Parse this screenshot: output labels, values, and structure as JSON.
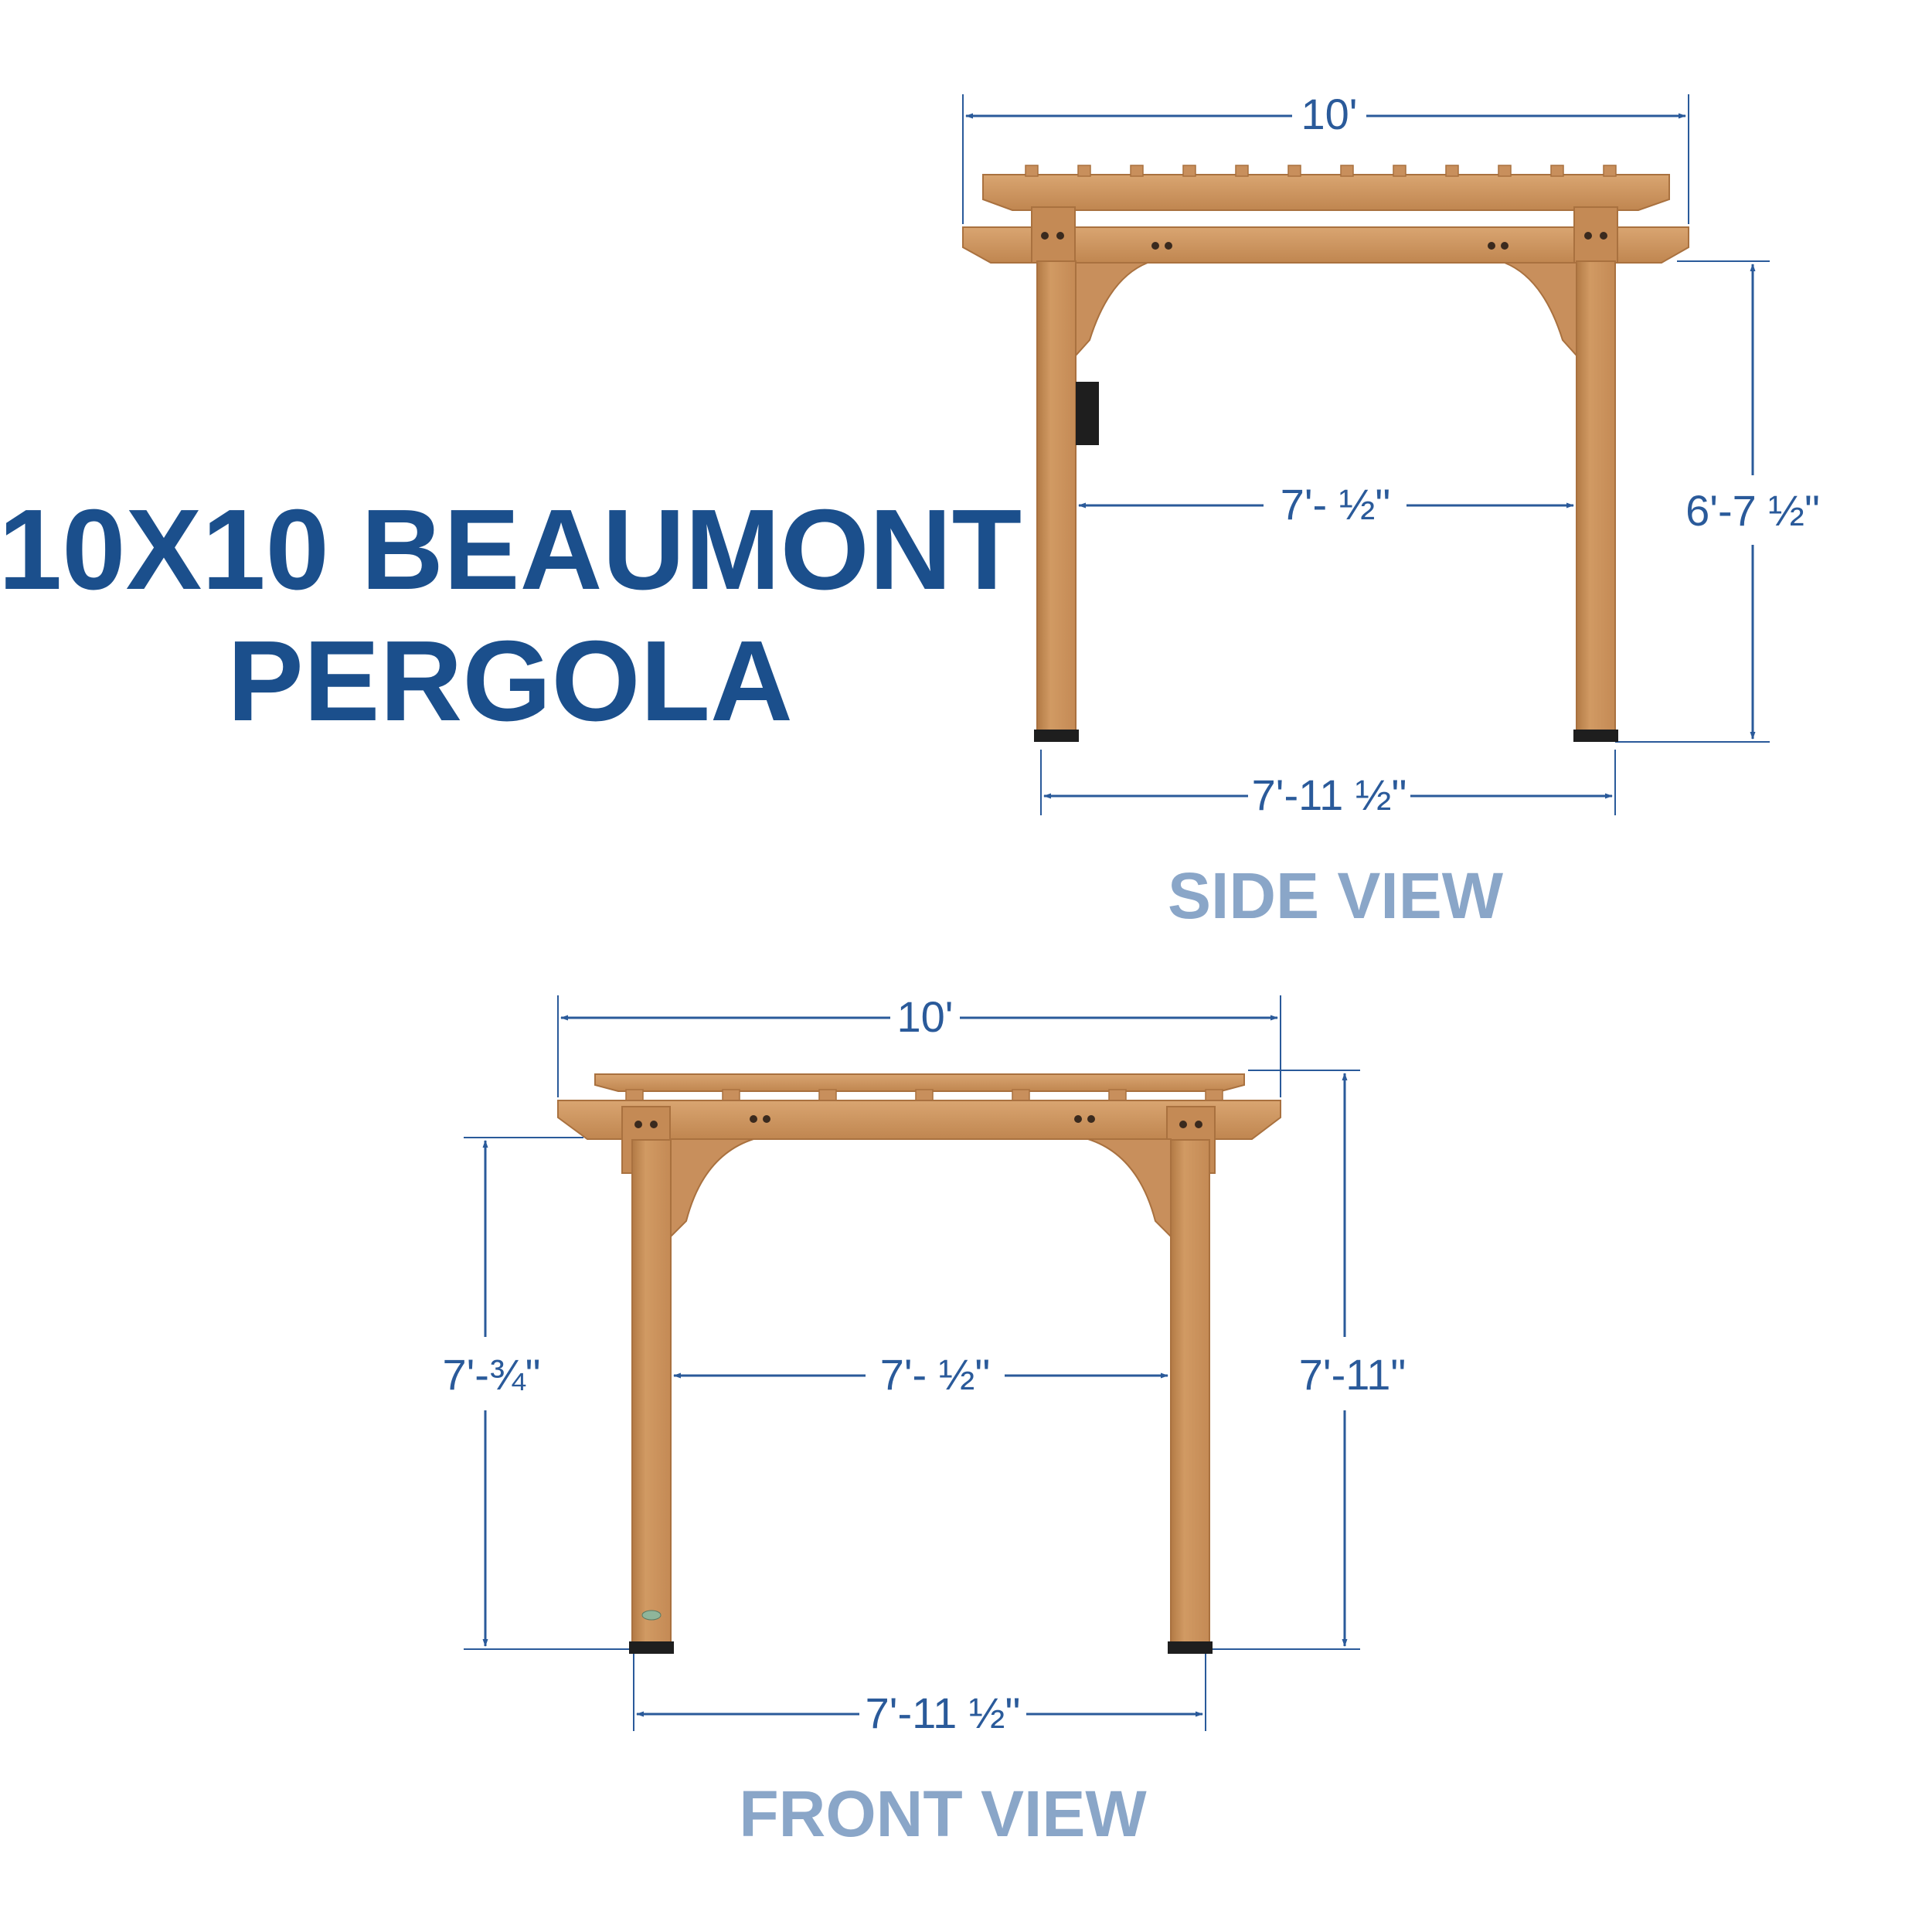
{
  "title": {
    "line1": "10X10 BEAUMONT",
    "line2": "PERGOLA"
  },
  "side_view": {
    "label": "SIDE VIEW",
    "dims": {
      "overall_width": "10'",
      "inner_span": "7'- ½\"",
      "post_span": "7'-11 ½\"",
      "height": "6'-7 ½\""
    }
  },
  "front_view": {
    "label": "FRONT VIEW",
    "dims": {
      "overall_width": "10'",
      "inner_span": "7'- ½\"",
      "post_span": "7'-11 ½\"",
      "beam_height": "7'-¾\"",
      "overall_height": "7'-11\""
    }
  },
  "colors": {
    "title": "#1b4f8c",
    "dimension": "#2a5a9a",
    "view_label": "#8aa6c8",
    "wood": "#c88f5c",
    "wood_dark": "#a9713f",
    "wood_light": "#dba874",
    "post_foot": "#1e1e1e"
  }
}
